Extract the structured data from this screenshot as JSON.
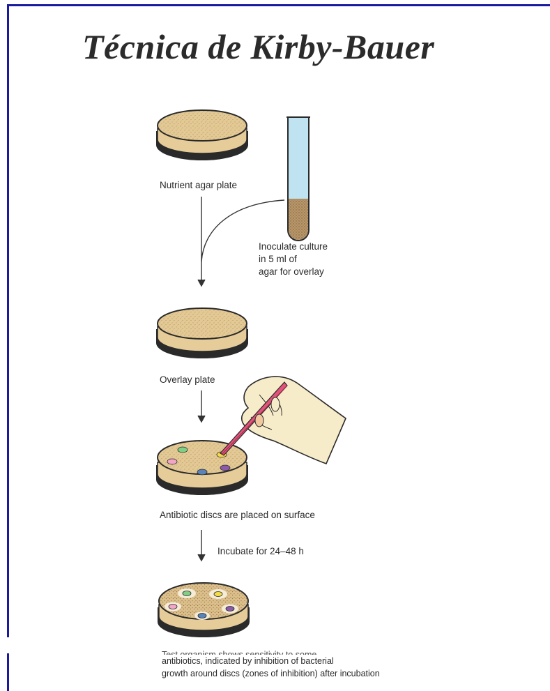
{
  "title": "Técnica de Kirby-Bauer",
  "labels": {
    "nutrient_plate": "Nutrient agar plate",
    "inoculate_1": "Inoculate culture",
    "inoculate_2": "in 5 ml of",
    "inoculate_3": "agar for overlay",
    "overlay_plate": "Overlay plate",
    "discs_placed": "Antibiotic discs are placed on surface",
    "incubate": "Incubate for 24–48 h"
  },
  "caption": {
    "line0": "Test organism shows sensitivity to some",
    "line1": "antibiotics, indicated by inhibition of bacterial",
    "line2": "growth around discs (zones of inhibition) after incubation"
  },
  "colors": {
    "frame": "#1a1aa0",
    "agar": "#e3c995",
    "dish_dark": "#2a2a2a",
    "tube_fluid": "#bfe3f0",
    "tube_culture": "#a88658",
    "forceps": "#e2527a",
    "hand": "#f7ecc9"
  },
  "discs": [
    "green",
    "pink",
    "yellow",
    "blue",
    "purple"
  ]
}
